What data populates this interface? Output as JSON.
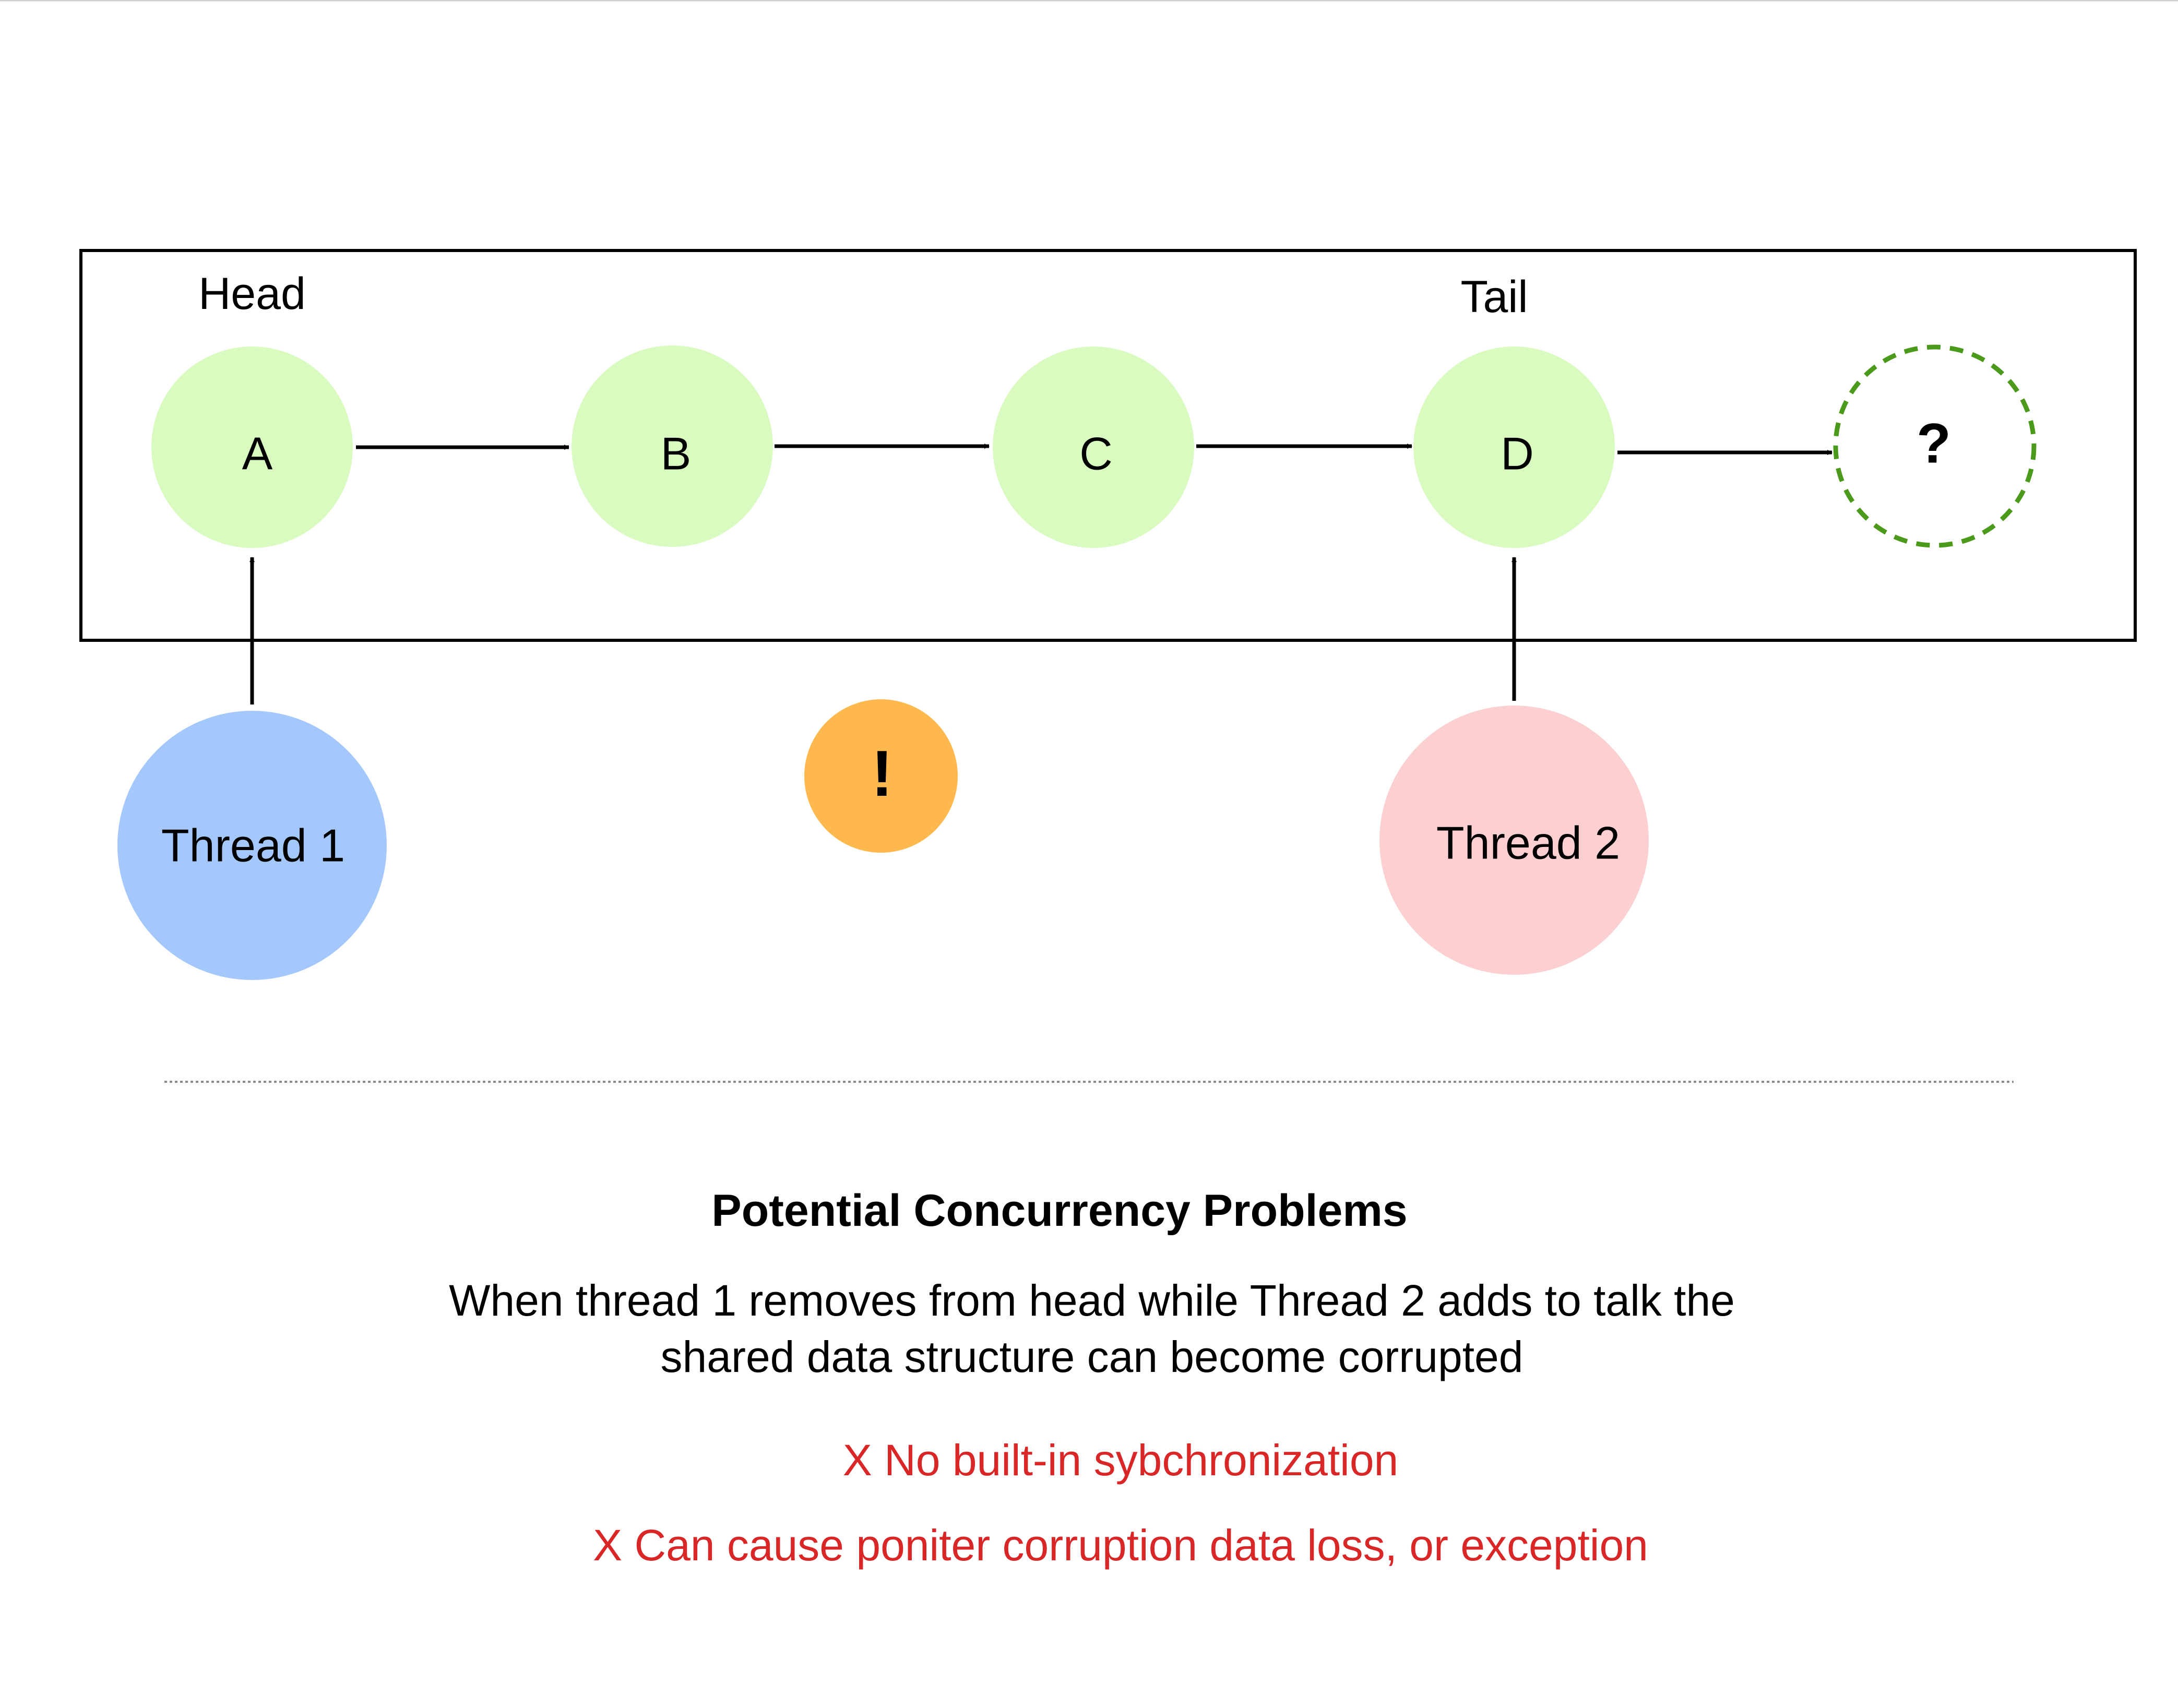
{
  "diagram": {
    "pointers": {
      "head": "Head",
      "tail": "Tail"
    },
    "nodes": [
      {
        "id": "A",
        "label": "A"
      },
      {
        "id": "B",
        "label": "B"
      },
      {
        "id": "C",
        "label": "C"
      },
      {
        "id": "D",
        "label": "D"
      },
      {
        "id": "unknown",
        "label": "?"
      }
    ],
    "threads": [
      {
        "id": "thread1",
        "label": "Thread 1",
        "color": "#a4c8fc"
      },
      {
        "id": "thread2",
        "label": "Thread 2",
        "color": "#fcd0d0"
      }
    ],
    "warning": {
      "label": "!",
      "color": "#ffb84d"
    },
    "colors": {
      "node_fill": "#d9fbc0",
      "dashed_node_stroke": "#4c9a1c",
      "problem_text": "#d92626"
    }
  },
  "summary": {
    "title": "Potential Concurrency Problems",
    "description_line1": "When thread 1 removes from head while Thread 2 adds to talk the",
    "description_line2": "shared data structure can become corrupted",
    "problems": [
      "X No built-in sybchronization",
      "X Can cause poniter corruption data loss, or exception"
    ]
  }
}
